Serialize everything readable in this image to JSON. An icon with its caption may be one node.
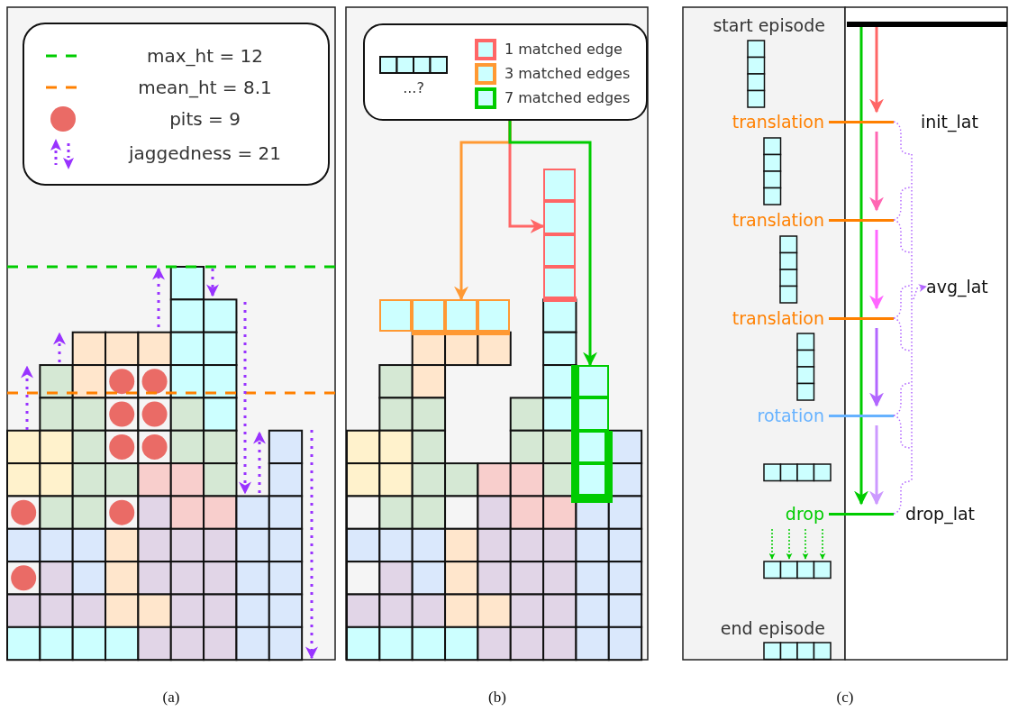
{
  "diagram": {
    "nodes": [
      {
        "text": [
          "...?"
        ]
      },
      {
        "text": [],
        "shape": "bar"
      },
      {
        "text": [],
        "shape": "bar"
      },
      {
        "text": [],
        "shape": "bar"
      },
      {
        "text": [],
        "shape": "bar"
      },
      {
        "text": [
          "translation"
        ]
      },
      {
        "text": [
          "translation"
        ]
      },
      {
        "text": [
          "translation"
        ]
      },
      {
        "text": [
          "rotation"
        ]
      },
      {
        "text": [
          "drop"
        ]
      },
      {
        "text": [
          "avg_lat"
        ]
      },
      {
        "text": [],
        "shape": "bracket"
      }
    ],
    "edges": [
      {
        "from": 0,
        "to": 1,
        "arrow": "to",
        "color": "#ff9933"
      },
      {
        "from": 0,
        "to": 2,
        "arrow": "to",
        "color": "#ff6666"
      },
      {
        "from": 0,
        "to": 3,
        "arrow": "to",
        "color": "#00cc00"
      },
      {
        "from": 4,
        "to": 5,
        "arrow": "to",
        "color": "#ff6666"
      },
      {
        "from": 5,
        "to": 6,
        "arrow": "to",
        "color": "#ff66b3"
      },
      {
        "from": 6,
        "to": 7,
        "arrow": "to",
        "color": "#ff66ff"
      },
      {
        "from": 7,
        "to": 8,
        "arrow": "to",
        "color": "#b266ff"
      },
      {
        "from": 8,
        "to": 9,
        "arrow": "to",
        "color": "#cc99ff"
      },
      {
        "from": 4,
        "to": 9,
        "arrow": "to",
        "color": "#00cc00"
      },
      {
        "from": 11,
        "to": 10,
        "arrow": "to",
        "style": "dashed",
        "color": "#b266ff"
      }
    ],
    "labels": [
      "start episode",
      "init_lat",
      "drop_lat",
      "end episode",
      "(a)",
      "(b)",
      "(c)"
    ],
    "legend": [
      {
        "text": "max_ht = 12"
      },
      {
        "text": "mean_ht = 8.1"
      },
      {
        "text": "pits = 9"
      },
      {
        "text": "jaggedness = 21"
      },
      {
        "text": "1 matched edge",
        "color": "#ff6666"
      },
      {
        "text": "3 matched edges",
        "color": "#ff9933"
      },
      {
        "text": "7 matched edges",
        "color": "#00cc00"
      }
    ]
  }
}
